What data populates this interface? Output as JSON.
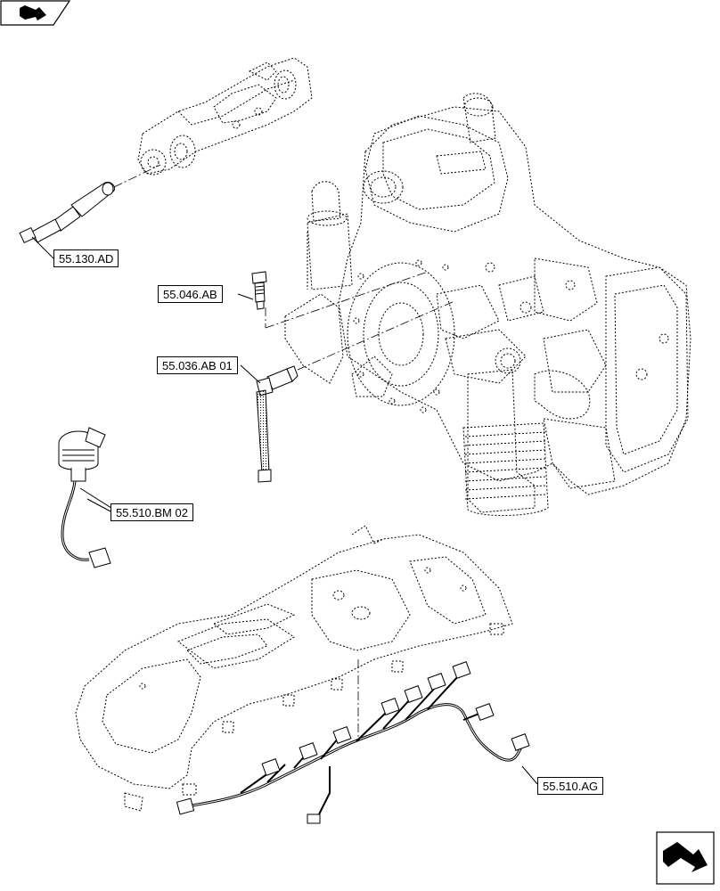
{
  "callouts": {
    "c1": "55.130.AD",
    "c2": "55.046.AB",
    "c3": "55.036.AB 01",
    "c4": "55.510.BM 02",
    "c5": "55.510.AG"
  },
  "icons": {
    "top_left": "forward-arrow-icon",
    "bottom_right": "next-page-arrow-icon"
  },
  "colors": {
    "line": "#000000",
    "background": "#ffffff"
  }
}
